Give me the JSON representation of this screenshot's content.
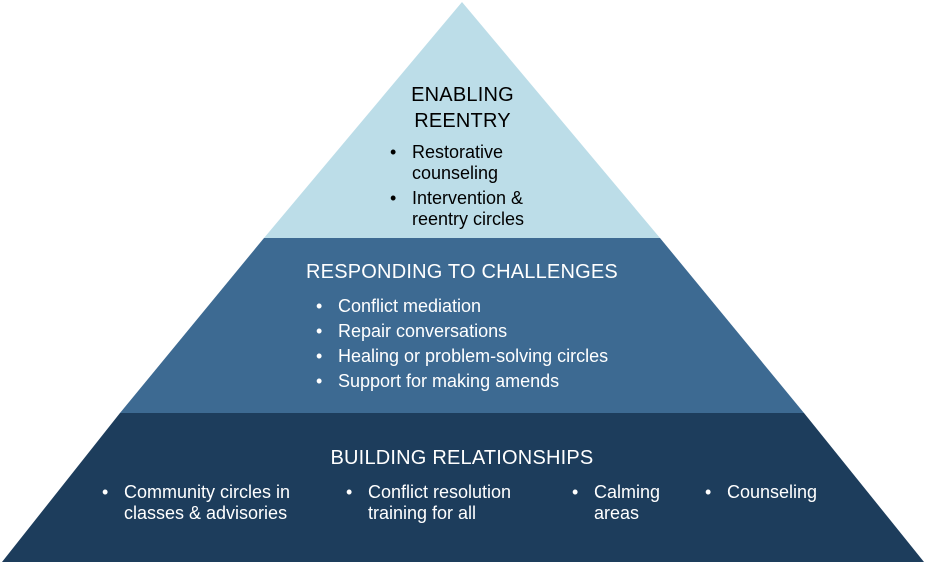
{
  "colors": {
    "top_tier": "#bcdde8",
    "middle_tier": "#3d6a92",
    "bottom_tier": "#1d3d5c",
    "text_dark": "#000000",
    "text_light": "#ffffff"
  },
  "tiers": {
    "top": {
      "title_line1": "ENABLING",
      "title_line2": "REENTRY",
      "items": [
        {
          "line1": "Restorative",
          "line2": "counseling"
        },
        {
          "line1": "Intervention &",
          "line2": "reentry circles"
        }
      ]
    },
    "middle": {
      "title": "RESPONDING TO CHALLENGES",
      "items": [
        "Conflict mediation",
        "Repair conversations",
        "Healing or problem-solving circles",
        "Support for making amends"
      ]
    },
    "bottom": {
      "title": "BUILDING RELATIONSHIPS",
      "items": [
        {
          "line1": "Community circles in",
          "line2": "classes & advisories"
        },
        {
          "line1": "Conflict resolution",
          "line2": "training for all"
        },
        {
          "line1": "Calming",
          "line2": "areas"
        },
        {
          "line1": "Counseling",
          "line2": ""
        }
      ]
    }
  }
}
